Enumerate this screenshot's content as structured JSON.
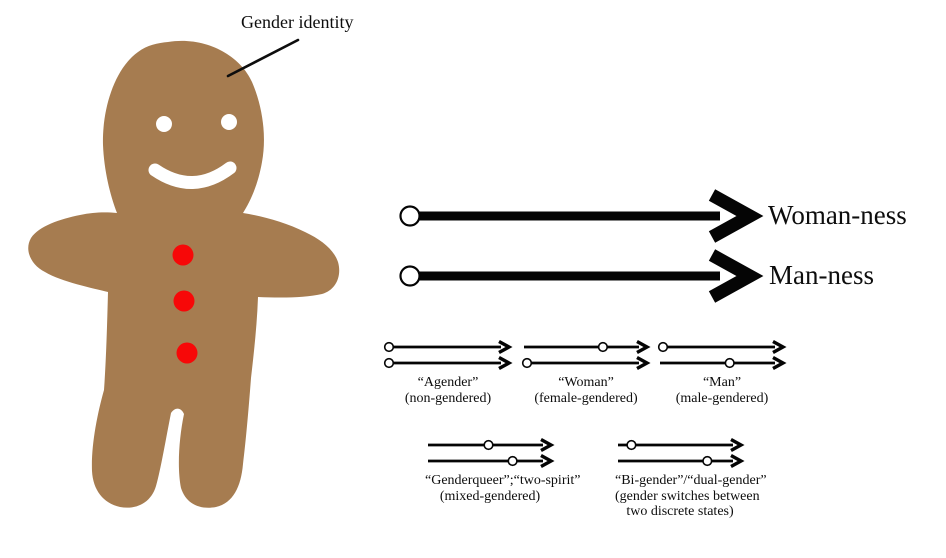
{
  "gingerbread": {
    "label": "Gender identity",
    "body_color": "#a67c50",
    "eye_color": "#ffffff",
    "smile_color": "#ffffff",
    "button_color": "#f70808",
    "buttons_count": 3
  },
  "axes": {
    "woman": {
      "label": "Woman-ness"
    },
    "man": {
      "label": "Man-ness"
    }
  },
  "examples": [
    {
      "title": "“Agender”",
      "subtitle_lines": [
        "(non-gendered)"
      ],
      "woman_ness": 0.0,
      "man_ness": 0.0
    },
    {
      "title": "“Woman”",
      "subtitle_lines": [
        "(female-gendered)"
      ],
      "woman_ness": 0.66,
      "man_ness": 0.0
    },
    {
      "title": "“Man”",
      "subtitle_lines": [
        "(male-gendered)"
      ],
      "woman_ness": 0.0,
      "man_ness": 0.58
    },
    {
      "title": "“Genderqueer”;“two-spirit”",
      "subtitle_lines": [
        "(mixed-gendered)"
      ],
      "woman_ness": 0.5,
      "man_ness": 0.71
    },
    {
      "title": "“Bi-gender”/“dual-gender”",
      "subtitle_lines": [
        "(gender switches between",
        "two discrete states)"
      ],
      "woman_ness": 0.09,
      "man_ness": 0.75
    }
  ],
  "ink_color": "#0d0d0d"
}
